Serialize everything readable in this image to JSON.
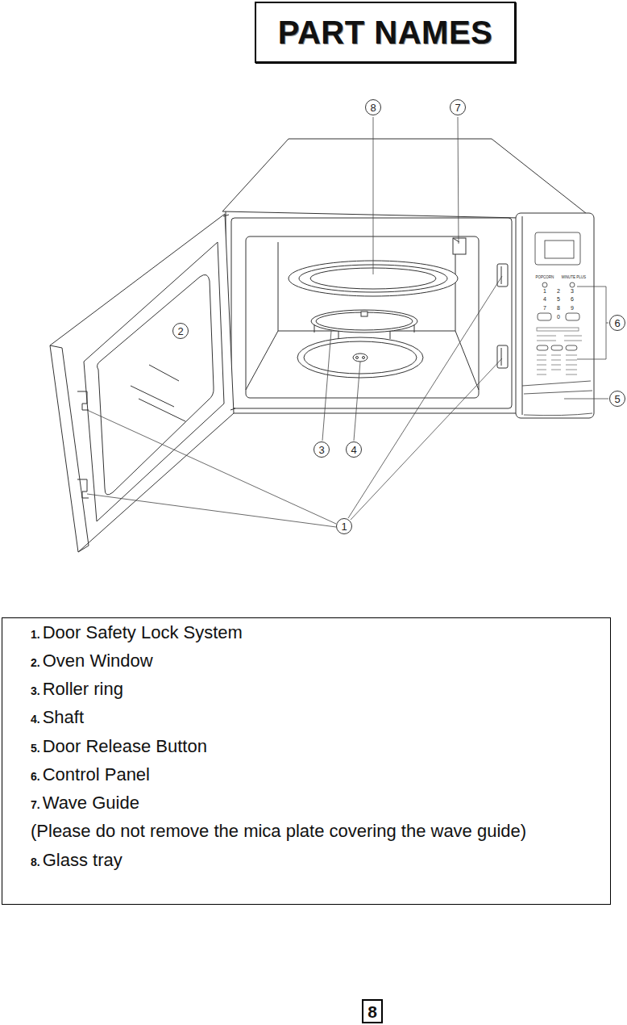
{
  "diagram": {
    "title": "PART NAMES",
    "nodes": [
      {
        "text": [
          "8"
        ]
      },
      {
        "text": [
          "7"
        ]
      },
      {
        "text": [
          "6"
        ]
      },
      {
        "text": [
          "2"
        ]
      },
      {
        "text": [
          "5"
        ]
      },
      {
        "text": [
          "3"
        ]
      },
      {
        "text": [
          "4"
        ]
      },
      {
        "text": [
          "1"
        ]
      },
      {
        "text": [
          "1.",
          "Door Safety Lock System",
          "2.",
          "Oven Window",
          "3.",
          "Roller ring",
          "4.",
          "Shaft",
          "5.",
          "Door Release Button",
          "6.",
          "Control Panel",
          "7.",
          "Wave Guide",
          "(Please do not remove the mica plate covering the wave guide)",
          "8.",
          "Glass tray"
        ]
      },
      {
        "text": [
          "8"
        ]
      }
    ],
    "labels": [
      "POPCORN",
      "MINUTE PLUS",
      "1",
      "2",
      "3",
      "4",
      "5",
      "6",
      "7",
      "8",
      "9",
      "0"
    ]
  }
}
